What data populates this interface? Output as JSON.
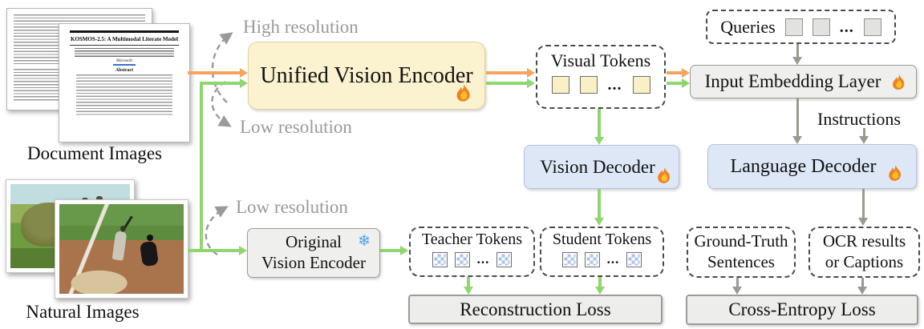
{
  "figure": {
    "sources": {
      "document_images_label": "Document Images",
      "natural_images_label": "Natural Images",
      "paper": {
        "title": "KOSMOS-2.5: A Multimodal Literate Model",
        "affiliation": "Microsoft",
        "abstract_heading": "Abstract"
      }
    },
    "annotations": {
      "high_resolution": "High resolution",
      "low_resolution_unified": "Low resolution",
      "low_resolution_original": "Low resolution",
      "instructions": "Instructions"
    },
    "nodes": {
      "unified_vision_encoder": {
        "label": "Unified Vision Encoder",
        "icon": "fire-icon"
      },
      "visual_tokens": {
        "label": "Visual Tokens",
        "ellipsis": "..."
      },
      "queries": {
        "label": "Queries",
        "ellipsis": "..."
      },
      "input_embedding_layer": {
        "label": "Input Embedding Layer",
        "icon": "fire-icon"
      },
      "language_decoder": {
        "label": "Language Decoder",
        "icon": "fire-icon"
      },
      "vision_decoder": {
        "label": "Vision Decoder",
        "icon": "fire-icon"
      },
      "original_vision_encoder": {
        "label": "Original\nVision Encoder",
        "icon": "snowflake-icon"
      },
      "teacher_tokens": {
        "label": "Teacher Tokens",
        "ellipsis": "..."
      },
      "student_tokens": {
        "label": "Student Tokens",
        "ellipsis": "..."
      },
      "ground_truth_sentences": {
        "label": "Ground-Truth\nSentences"
      },
      "ocr_results_or_captions": {
        "label": "OCR results\nor Captions"
      },
      "reconstruction_loss": {
        "label": "Reconstruction Loss"
      },
      "cross_entropy_loss": {
        "label": "Cross-Entropy Loss"
      }
    },
    "icons": {
      "snowflake_glyph": "❄"
    },
    "colors": {
      "high_res_arrow_orange": "#F5A45D",
      "low_res_arrow_green": "#8FD66E",
      "neutral_arrow_gray": "#9A9A8F",
      "encoder_fill_cream": "#FBF2CF",
      "decoder_fill_blue": "#DDE7F6",
      "frozen_box_gray": "#EFEFED",
      "token_checker_blue": "#A9C3E9",
      "dashed_border_gray": "#4A4A4A"
    }
  }
}
